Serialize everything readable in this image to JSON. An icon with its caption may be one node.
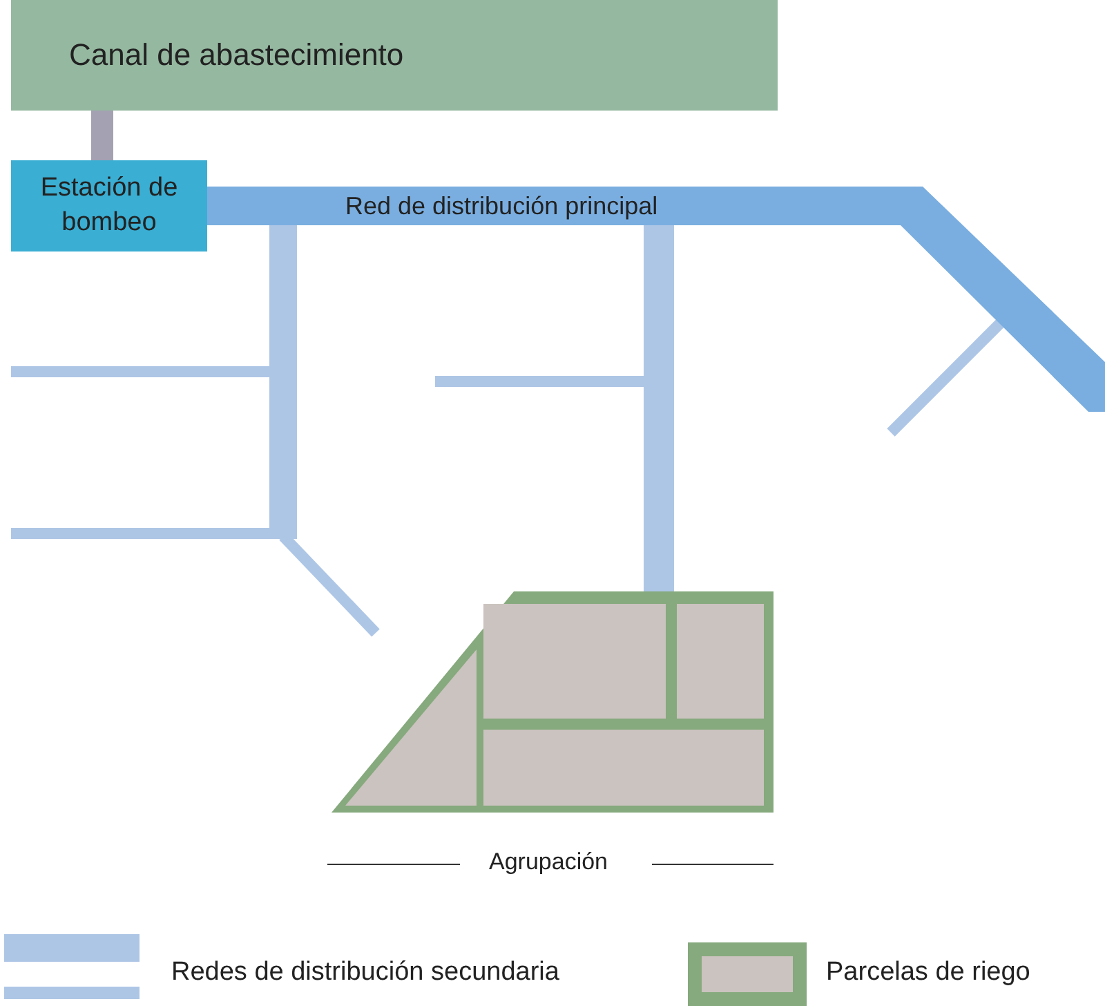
{
  "diagram": {
    "nodes": [
      {
        "text": [
          "Canal de abastecimiento"
        ]
      },
      {
        "text": [
          "Estación de bombeo"
        ]
      },
      {
        "text": [
          "Red de distribución principal"
        ]
      },
      {
        "text": [],
        "shape": "bar"
      },
      {
        "text": [],
        "shape": "bar"
      },
      {
        "text": [],
        "shape": "trapezoid"
      },
      {
        "text": [],
        "shape": "triangle",
        "in": 5
      },
      {
        "text": [],
        "shape": "box",
        "in": 5
      },
      {
        "text": [],
        "shape": "box",
        "in": 5
      },
      {
        "text": [],
        "shape": "box",
        "in": 5
      }
    ],
    "edges": [
      {
        "from": 0,
        "to": 1,
        "arrow": "none"
      }
    ],
    "labels": [
      "Agrupación"
    ],
    "legend": [
      {
        "text": "Redes de distribución secundaria"
      },
      {
        "text": "Parcelas de riego"
      }
    ]
  }
}
